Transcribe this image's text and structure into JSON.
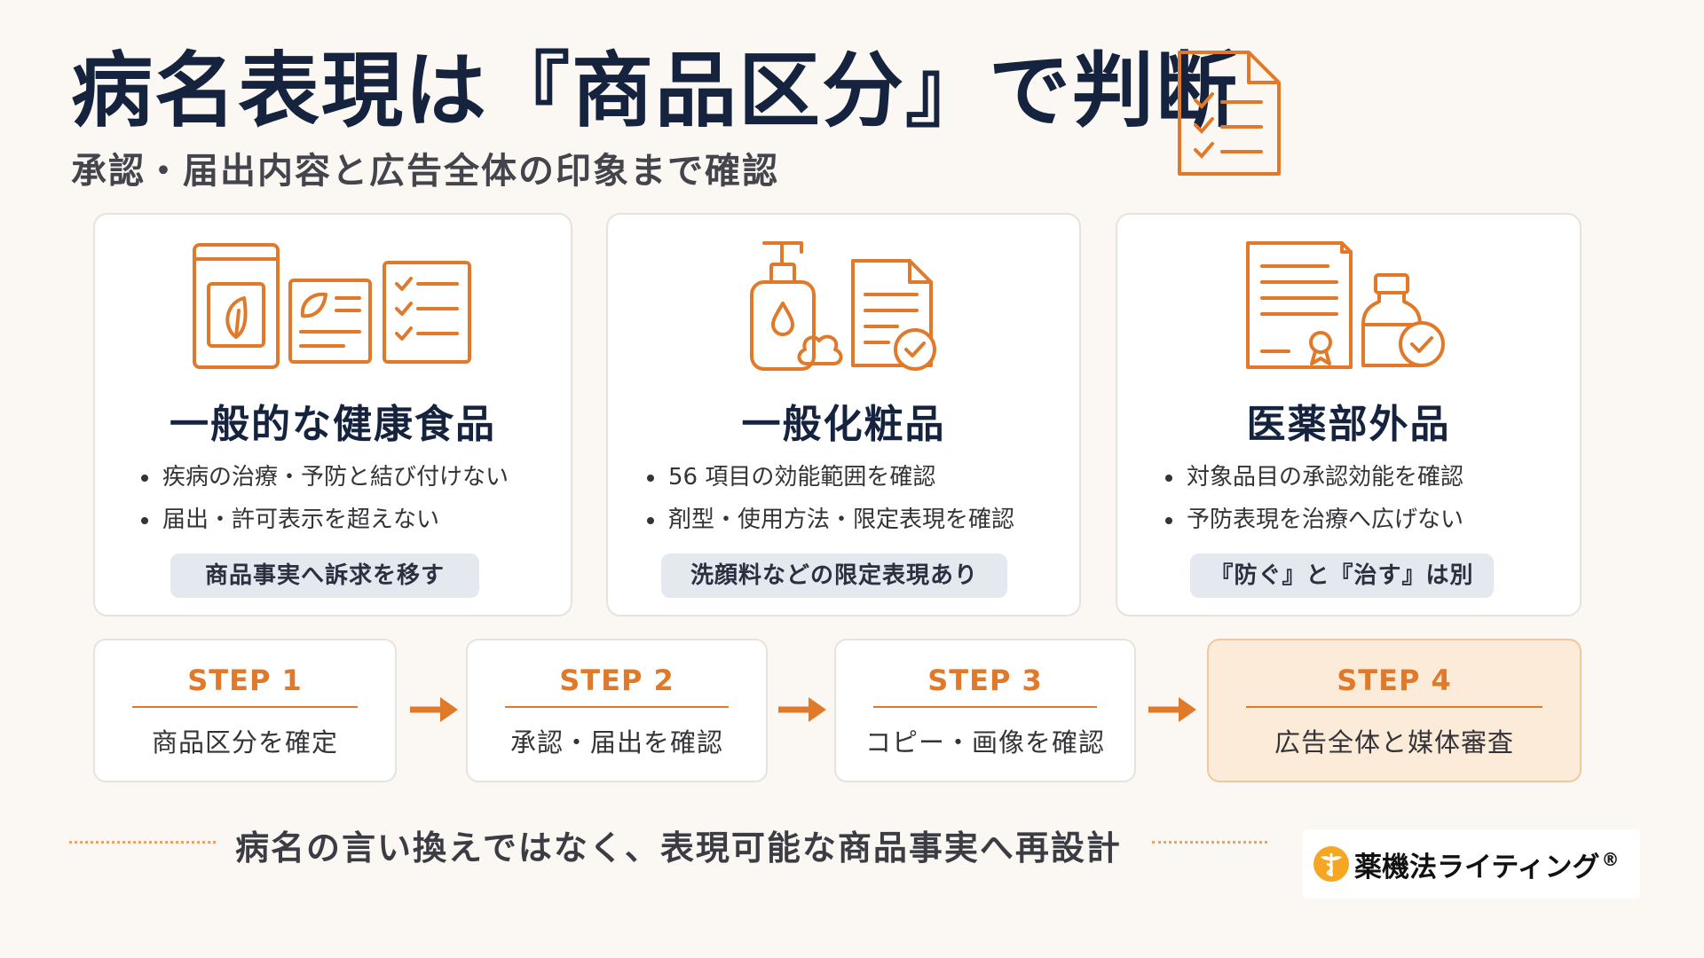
{
  "header": {
    "title": "病名表現は『商品区分』で判断",
    "subtitle": "承認・届出内容と広告全体の印象まで確認",
    "icon": "checklist-document-icon"
  },
  "colors": {
    "accent": "#e07a2a",
    "navy": "#15233f",
    "pill_bg": "#e4e8ef",
    "background": "#fbf8f3"
  },
  "cards": [
    {
      "title": "一般的な健康食品",
      "bullets": [
        "疾病の治療・予防と結び付けない",
        "届出・許可表示を超えない"
      ],
      "tag": "商品事実へ訴求を移す",
      "icons": [
        "supplement-pouch-icon",
        "leaf-label-icon",
        "checklist-icon"
      ]
    },
    {
      "title": "一般化粧品",
      "bullets": [
        "56 項目の効能範囲を確認",
        "剤型・使用方法・限定表現を確認"
      ],
      "tag": "洗顔料などの限定表現あり",
      "icons": [
        "pump-bottle-icon",
        "foam-icon",
        "approved-document-icon"
      ]
    },
    {
      "title": "医薬部外品",
      "bullets": [
        "対象品目の承認効能を確認",
        "予防表現を治療へ広げない"
      ],
      "tag": "『防ぐ』と『治す』は別",
      "icons": [
        "certificate-document-icon",
        "medicine-bottle-check-icon"
      ]
    }
  ],
  "steps": [
    {
      "label": "STEP 1",
      "text": "商品区分を確定"
    },
    {
      "label": "STEP 2",
      "text": "承認・届出を確認"
    },
    {
      "label": "STEP 3",
      "text": "コピー・画像を確認"
    },
    {
      "label": "STEP 4",
      "text": "広告全体と媒体審査"
    }
  ],
  "footer": {
    "message": "病名の言い換えではなく、表現可能な商品事実へ再設計"
  },
  "logo": {
    "text": "薬機法ライティング",
    "reg": "®",
    "icon": "caduceus-icon"
  }
}
